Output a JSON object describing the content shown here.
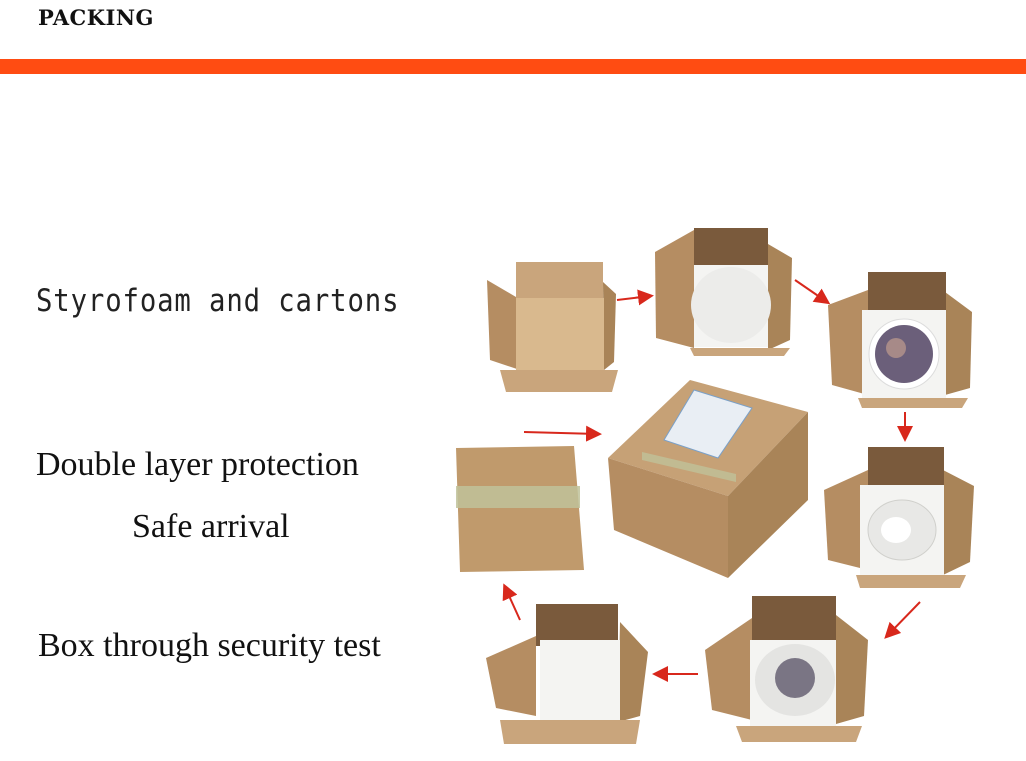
{
  "header": {
    "title": "PACKING",
    "accent_color": "#ff4c12"
  },
  "captions": {
    "line1": "Styrofoam and cartons",
    "line2": "Double layer protection",
    "line3": "Safe arrival",
    "line4": "Box through security test"
  },
  "colors": {
    "cardboard": "#c9a57c",
    "cardboard_dark": "#a98458",
    "foam": "#f4f4f2",
    "arrow": "#d8281c"
  },
  "icons": [
    "arrow-icon"
  ]
}
